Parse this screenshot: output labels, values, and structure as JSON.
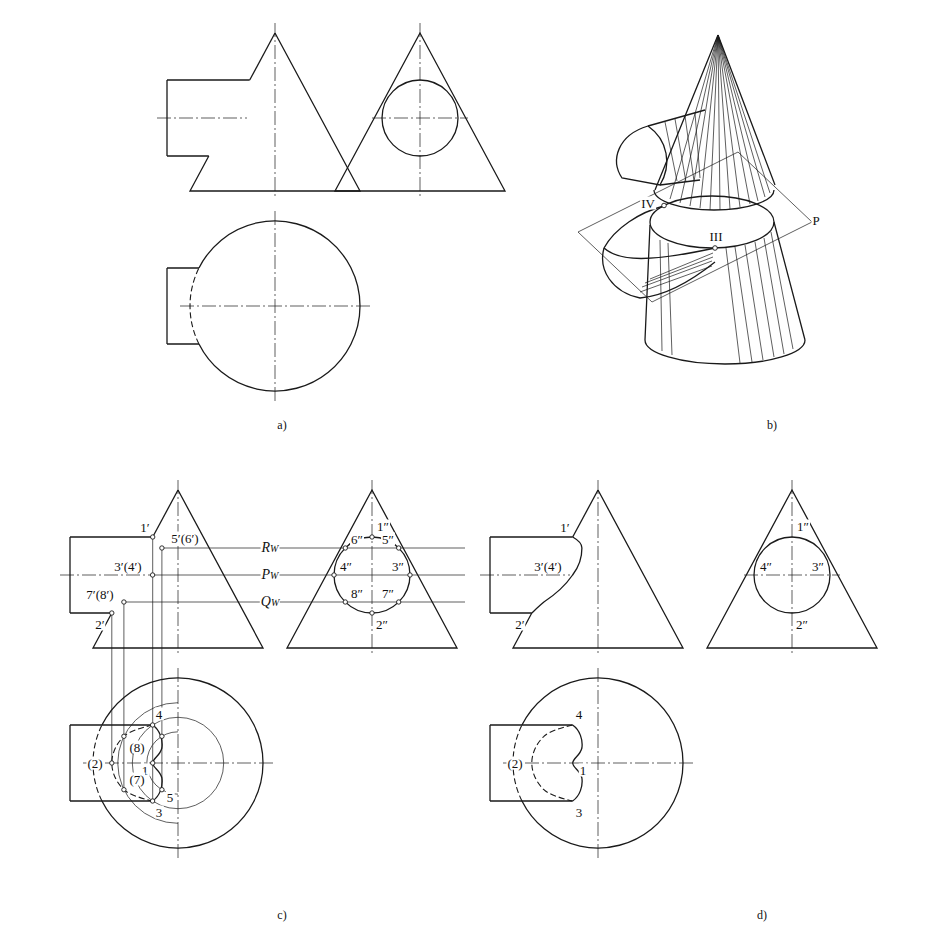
{
  "diagram": {
    "labels": [
      "a)",
      "b)",
      "IV",
      "III",
      "P",
      "1′",
      "5′(6′)",
      "3′(4′)",
      "7′(8′)",
      "2′",
      "RW",
      "PW",
      "QW",
      "1″",
      "6″",
      "5″",
      "4″",
      "3″",
      "8″",
      "7″",
      "2″",
      "4",
      "(8)",
      "(2)",
      "1",
      "(7)",
      "5",
      "3",
      "1′",
      "3′(4′)",
      "2′",
      "1″",
      "4″",
      "3″",
      "2″",
      "4",
      "(2)",
      "1",
      "3",
      "c)",
      "d)"
    ]
  }
}
